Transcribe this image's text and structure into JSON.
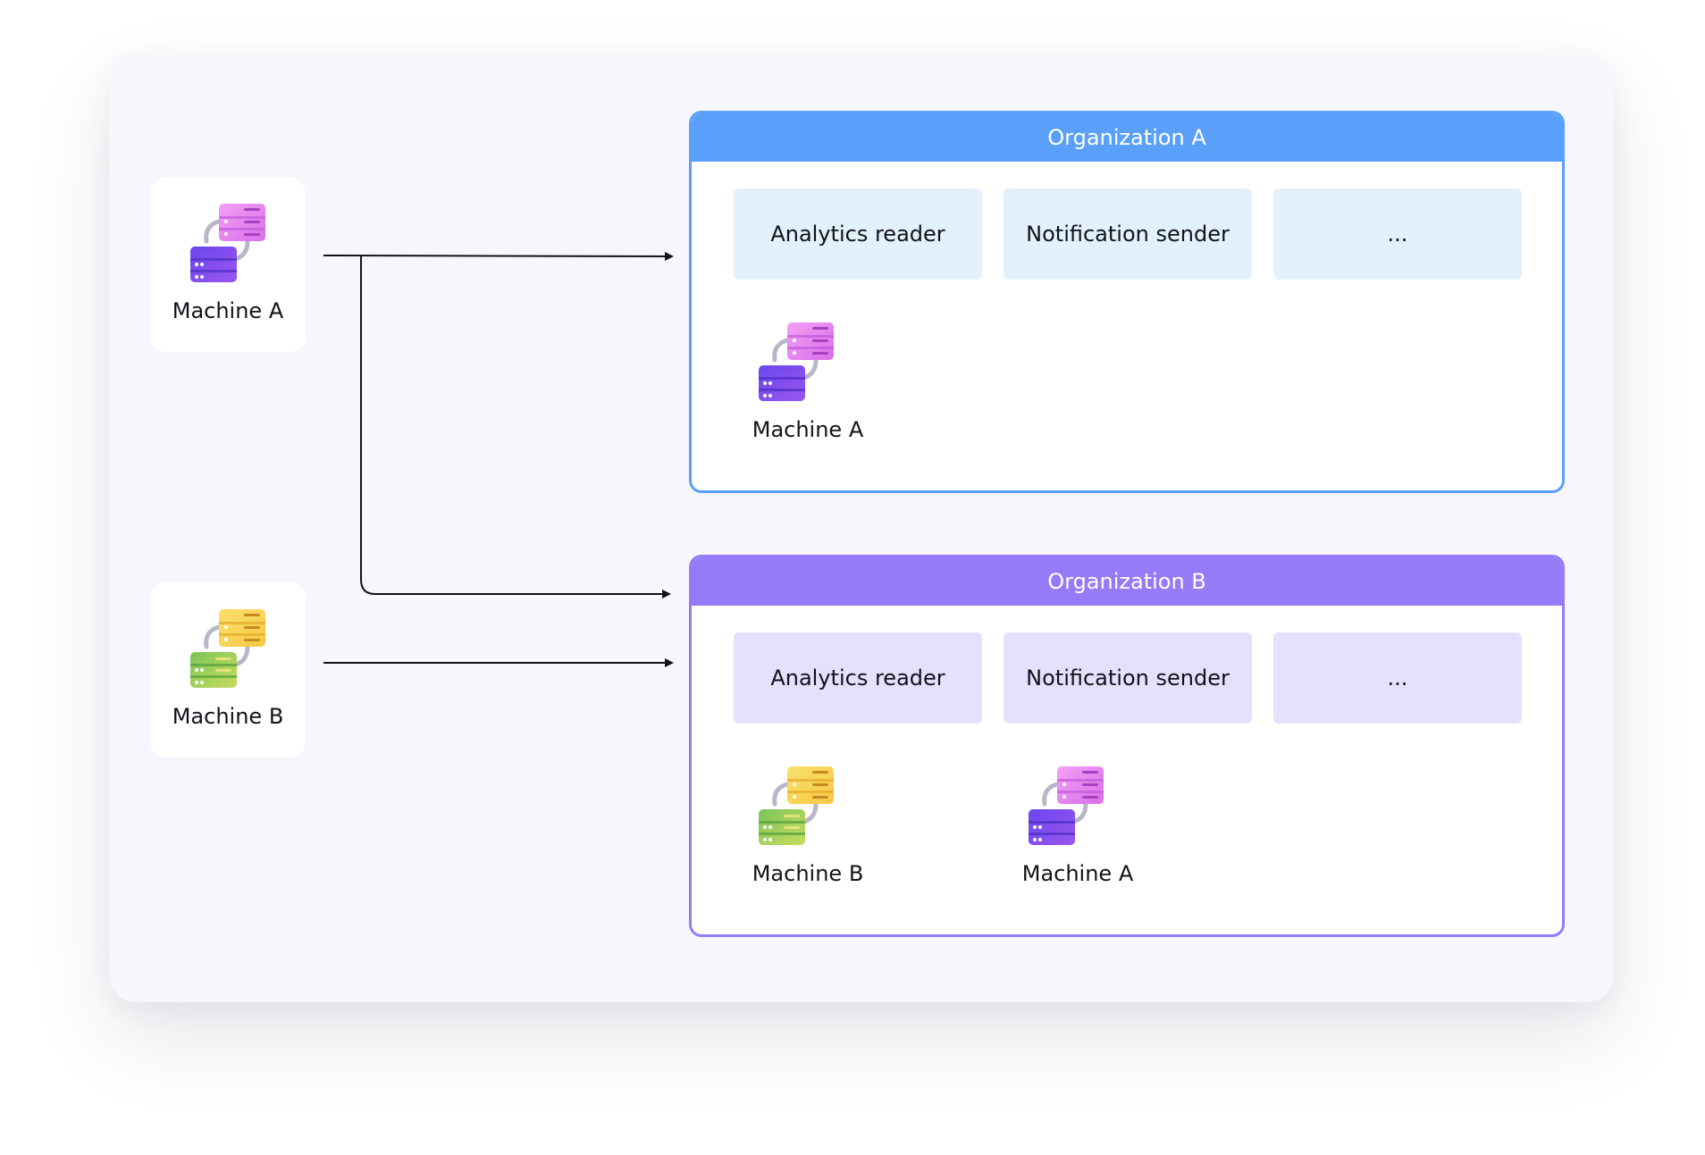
{
  "sources": [
    {
      "label": "Machine A",
      "icon": "server-machine-a-icon",
      "palette": "purple"
    },
    {
      "label": "Machine B",
      "icon": "server-machine-b-icon",
      "palette": "green"
    }
  ],
  "organizations": [
    {
      "title": "Organization A",
      "header_color": "#5aa0fb",
      "border_color": "#5aa0fb",
      "role_color": "#e3f1fd",
      "roles": [
        "Analytics reader",
        "Notification sender",
        "..."
      ],
      "members": [
        {
          "label": "Machine A",
          "palette": "purple"
        }
      ]
    },
    {
      "title": "Organization B",
      "header_color": "#947cf9",
      "border_color": "#947cf9",
      "role_color": "#e7e0fd",
      "roles": [
        "Analytics reader",
        "Notification sender",
        "..."
      ],
      "members": [
        {
          "label": "Machine B",
          "palette": "green"
        },
        {
          "label": "Machine A",
          "palette": "purple"
        }
      ]
    }
  ],
  "colors": {
    "canvas": "#f7f6fd",
    "arrow": "#111318",
    "purple_top": "#ec8cf4",
    "purple_bottom": "#7b4cf0",
    "green_top": "#f8d85a",
    "green_bottom": "#8ed066"
  }
}
